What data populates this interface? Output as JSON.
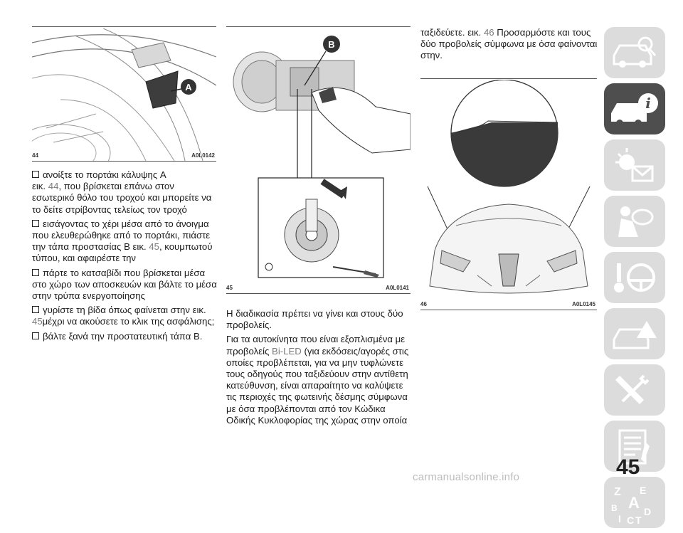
{
  "figures": {
    "fig44": {
      "number": "44",
      "code": "A0L0142",
      "label": "A"
    },
    "fig45": {
      "number": "45",
      "code": "A0L0141",
      "label": "B"
    },
    "fig46": {
      "number": "46",
      "code": "A0L0145"
    }
  },
  "col1": {
    "b1": {
      "t1": "ανοίξτε το πορτάκι κάλυψης A",
      "t2": "εικ. ",
      "ref": "44",
      "t3": ", που βρίσκεται επάνω στον εσωτερικό θόλο του τροχού και μπορείτε να το δείτε στρίβοντας τελείως τον τροχό"
    },
    "b2": {
      "t1": "εισάγοντας το χέρι μέσα από το άνοιγμα που ελευθερώθηκε από το πορτάκι, πιάστε την τάπα προστασίας B εικ. ",
      "ref": "45",
      "t2": ", κουμπωτού τύπου, και αφαιρέστε την"
    },
    "b3": {
      "t1": "πάρτε το κατσαβίδι που βρίσκεται μέσα στο χώρο των αποσκευών και βάλτε το μέσα στην τρύπα ενεργοποίησης"
    },
    "b4": {
      "t1": "γυρίστε τη βίδα όπως φαίνεται στην εικ. ",
      "ref": "45",
      "t2": "μέχρι να ακούσετε το κλικ της ασφάλισης;"
    },
    "b5": {
      "t1": "βάλτε ξανά την προστατευτική τάπα B."
    }
  },
  "col2": {
    "p1": "Η διαδικασία πρέπει να γίνει και στους δύο προβολείς.",
    "p2a": "Για τα αυτοκίνητα που είναι εξοπλισμένα με προβολείς ",
    "p2ref": "Bi-LED",
    "p2b": " (για εκδόσεις/αγορές στις οποίες προβλέπεται, για να μην τυφλώνετε τους οδηγούς που ταξιδεύουν στην αντίθετη κατεύθυνση, είναι απαραίτητο να καλύψετε τις περιοχές της φωτεινής δέσμης σύμφωνα με όσα προβλέπονται από τον Κώδικα Οδικής Κυκλοφορίας της χώρας στην οποία"
  },
  "col3": {
    "p1a": "ταξιδεύετε. εικ. ",
    "p1ref": "46",
    "p1b": " Προσαρμόστε και τους δύο προβολείς σύμφωνα με όσα φαίνονται στην."
  },
  "sidebar_icons": [
    "car-dashboard-icon",
    "car-info-icon",
    "warning-lights-icon",
    "airbag-seat-icon",
    "steering-wheel-icon",
    "warning-triangle-car-icon",
    "tools-icon",
    "spec-sheet-icon",
    "alphabetical-index-icon"
  ],
  "page_number": "45",
  "watermark": "carmanualsonline.info"
}
